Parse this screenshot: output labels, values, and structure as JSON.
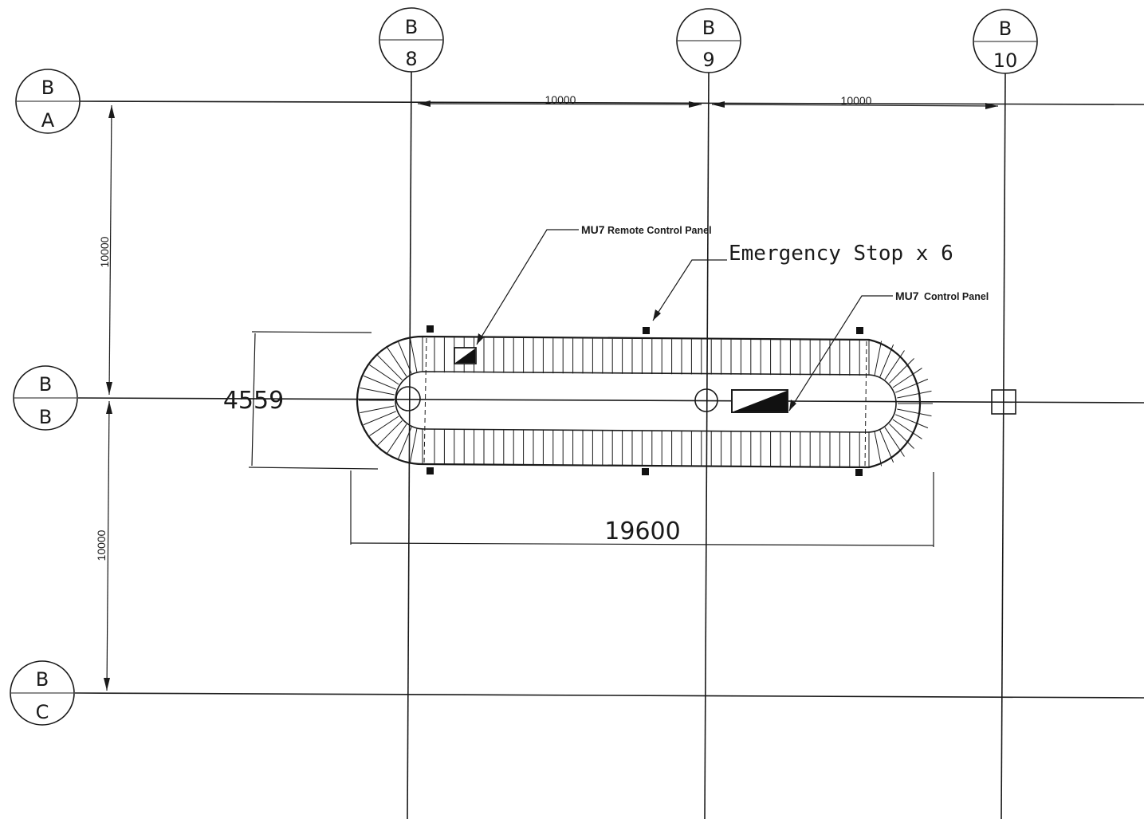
{
  "grid": {
    "columns": [
      {
        "top": "B",
        "bottom": "8"
      },
      {
        "top": "B",
        "bottom": "9"
      },
      {
        "top": "B",
        "bottom": "10"
      }
    ],
    "rows": [
      {
        "top": "B",
        "bottom": "A"
      },
      {
        "top": "B",
        "bottom": "B"
      },
      {
        "top": "B",
        "bottom": "C"
      }
    ]
  },
  "dimensions": {
    "col_spacing_1": "10000",
    "col_spacing_2": "10000",
    "row_spacing_1": "10000",
    "row_spacing_2": "10000",
    "width": "4559",
    "length": "19600"
  },
  "labels": {
    "remote_panel_prefix": "MU7",
    "remote_panel_text": "Remote Control Panel",
    "emergency_stop": "Emergency Stop x 6",
    "control_panel_prefix": "MU7",
    "control_panel_text": "Control Panel"
  },
  "colors": {
    "line": "#1a1a1a",
    "background": "#ffffff"
  }
}
